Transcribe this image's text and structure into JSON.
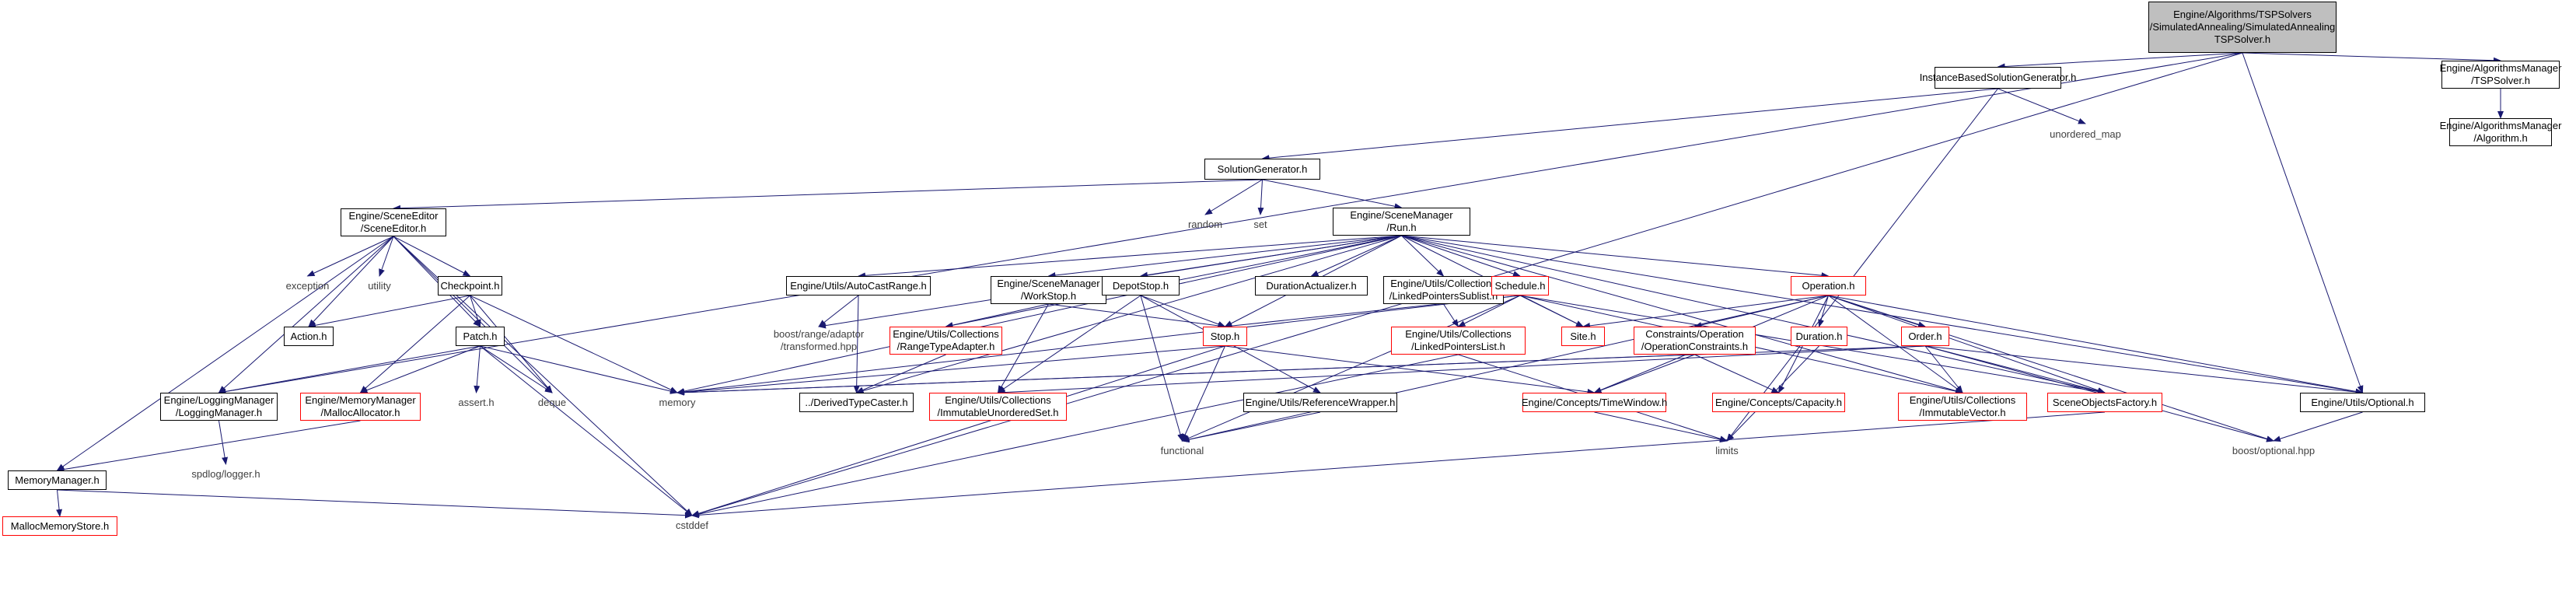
{
  "colors": {
    "background": "#ffffff",
    "edge": "#191970",
    "border_default": "#000000",
    "border_missing": "#ff0000",
    "border_system": "#bfbfbf",
    "root_fill": "#bfbfbf",
    "text": "#000000",
    "system_text": "#404040"
  },
  "nodes": [
    {
      "id": "root",
      "style": "root",
      "lines": [
        "Engine/Algorithms/TSPSolvers",
        "/SimulatedAnnealing/SimulatedAnnealing",
        "TSPSolver.h"
      ]
    },
    {
      "id": "ibsg",
      "style": "black",
      "lines": [
        "InstanceBasedSolutionGenerator.h"
      ]
    },
    {
      "id": "am_tsp",
      "style": "black",
      "lines": [
        "Engine/AlgorithmsManager",
        "/TSPSolver.h"
      ]
    },
    {
      "id": "am_alg",
      "style": "black",
      "lines": [
        "Engine/AlgorithmsManager",
        "/Algorithm.h"
      ]
    },
    {
      "id": "unordered_map",
      "style": "sys",
      "lines": [
        "unordered_map"
      ]
    },
    {
      "id": "solgen",
      "style": "black",
      "lines": [
        "SolutionGenerator.h"
      ]
    },
    {
      "id": "random",
      "style": "sys",
      "lines": [
        "random"
      ]
    },
    {
      "id": "set",
      "style": "sys",
      "lines": [
        "set"
      ]
    },
    {
      "id": "run",
      "style": "black",
      "lines": [
        "Engine/SceneManager",
        "/Run.h"
      ]
    },
    {
      "id": "sceneeditor",
      "style": "black",
      "lines": [
        "Engine/SceneEditor",
        "/SceneEditor.h"
      ]
    },
    {
      "id": "exception",
      "style": "sys",
      "lines": [
        "exception"
      ]
    },
    {
      "id": "utility",
      "style": "sys",
      "lines": [
        "utility"
      ]
    },
    {
      "id": "checkpoint",
      "style": "black",
      "lines": [
        "Checkpoint.h"
      ]
    },
    {
      "id": "action",
      "style": "black",
      "lines": [
        "Action.h"
      ]
    },
    {
      "id": "patch",
      "style": "black",
      "lines": [
        "Patch.h"
      ]
    },
    {
      "id": "assert",
      "style": "sys",
      "lines": [
        "assert.h"
      ]
    },
    {
      "id": "deque",
      "style": "sys",
      "lines": [
        "deque"
      ]
    },
    {
      "id": "memory",
      "style": "sys",
      "lines": [
        "memory"
      ]
    },
    {
      "id": "logging",
      "style": "black",
      "lines": [
        "Engine/LoggingManager",
        "/LoggingManager.h"
      ]
    },
    {
      "id": "malloc_alloc",
      "style": "red",
      "lines": [
        "Engine/MemoryManager",
        "/MallocAllocator.h"
      ]
    },
    {
      "id": "spdlog",
      "style": "sys",
      "lines": [
        "spdlog/logger.h"
      ]
    },
    {
      "id": "memmgr",
      "style": "black",
      "lines": [
        "MemoryManager.h"
      ]
    },
    {
      "id": "mallocstore",
      "style": "red",
      "lines": [
        "MallocMemoryStore.h"
      ]
    },
    {
      "id": "cstddef",
      "style": "sys",
      "lines": [
        "cstddef"
      ]
    },
    {
      "id": "autocast",
      "style": "black",
      "lines": [
        "Engine/Utils/AutoCastRange.h"
      ]
    },
    {
      "id": "boostrange",
      "style": "sys",
      "lines": [
        "boost/range/adaptor",
        "/transformed.hpp"
      ]
    },
    {
      "id": "dtc",
      "style": "black",
      "lines": [
        "../DerivedTypeCaster.h"
      ]
    },
    {
      "id": "workstop",
      "style": "black",
      "lines": [
        "Engine/SceneManager",
        "/WorkStop.h"
      ]
    },
    {
      "id": "rangetype",
      "style": "red",
      "lines": [
        "Engine/Utils/Collections",
        "/RangeTypeAdapter.h"
      ]
    },
    {
      "id": "ius",
      "style": "red",
      "lines": [
        "Engine/Utils/Collections",
        "/ImmutableUnorderedSet.h"
      ]
    },
    {
      "id": "depotstop",
      "style": "black",
      "lines": [
        "DepotStop.h"
      ]
    },
    {
      "id": "stop",
      "style": "red",
      "lines": [
        "Stop.h"
      ]
    },
    {
      "id": "refwrap",
      "style": "black",
      "lines": [
        "Engine/Utils/ReferenceWrapper.h"
      ]
    },
    {
      "id": "functional",
      "style": "sys",
      "lines": [
        "functional"
      ]
    },
    {
      "id": "duract",
      "style": "black",
      "lines": [
        "DurationActualizer.h"
      ]
    },
    {
      "id": "lps",
      "style": "black",
      "lines": [
        "Engine/Utils/Collections",
        "/LinkedPointersSublist.h"
      ]
    },
    {
      "id": "lpl",
      "style": "red",
      "lines": [
        "Engine/Utils/Collections",
        "/LinkedPointersList.h"
      ]
    },
    {
      "id": "schedule",
      "style": "red",
      "lines": [
        "Schedule.h"
      ]
    },
    {
      "id": "site",
      "style": "red",
      "lines": [
        "Site.h"
      ]
    },
    {
      "id": "operation",
      "style": "red",
      "lines": [
        "Operation.h"
      ]
    },
    {
      "id": "opcons",
      "style": "red",
      "lines": [
        "Constraints/Operation",
        "/OperationConstraints.h"
      ]
    },
    {
      "id": "timewindow",
      "style": "red",
      "lines": [
        "Engine/Concepts/TimeWindow.h"
      ]
    },
    {
      "id": "capacity",
      "style": "red",
      "lines": [
        "Engine/Concepts/Capacity.h"
      ]
    },
    {
      "id": "duration",
      "style": "red",
      "lines": [
        "Duration.h"
      ]
    },
    {
      "id": "order",
      "style": "red",
      "lines": [
        "Order.h"
      ]
    },
    {
      "id": "imvec",
      "style": "red",
      "lines": [
        "Engine/Utils/Collections",
        "/ImmutableVector.h"
      ]
    },
    {
      "id": "sof",
      "style": "red",
      "lines": [
        "SceneObjectsFactory.h"
      ]
    },
    {
      "id": "optional",
      "style": "black",
      "lines": [
        "Engine/Utils/Optional.h"
      ]
    },
    {
      "id": "boostopt",
      "style": "sys",
      "lines": [
        "boost/optional.hpp"
      ]
    },
    {
      "id": "limits",
      "style": "sys",
      "lines": [
        "limits"
      ]
    }
  ],
  "edges": [
    [
      "root",
      "ibsg"
    ],
    [
      "root",
      "am_tsp"
    ],
    [
      "root",
      "optional"
    ],
    [
      "root",
      "logging"
    ],
    [
      "root",
      "cstddef"
    ],
    [
      "am_tsp",
      "am_alg"
    ],
    [
      "ibsg",
      "solgen"
    ],
    [
      "ibsg",
      "unordered_map"
    ],
    [
      "ibsg",
      "limits"
    ],
    [
      "solgen",
      "random"
    ],
    [
      "solgen",
      "set"
    ],
    [
      "solgen",
      "run"
    ],
    [
      "solgen",
      "sceneeditor"
    ],
    [
      "sceneeditor",
      "exception"
    ],
    [
      "sceneeditor",
      "utility"
    ],
    [
      "sceneeditor",
      "checkpoint"
    ],
    [
      "sceneeditor",
      "action"
    ],
    [
      "sceneeditor",
      "patch"
    ],
    [
      "sceneeditor",
      "deque"
    ],
    [
      "sceneeditor",
      "logging"
    ],
    [
      "sceneeditor",
      "memmgr"
    ],
    [
      "sceneeditor",
      "cstddef"
    ],
    [
      "checkpoint",
      "action"
    ],
    [
      "checkpoint",
      "patch"
    ],
    [
      "checkpoint",
      "memory"
    ],
    [
      "checkpoint",
      "deque"
    ],
    [
      "checkpoint",
      "malloc_alloc"
    ],
    [
      "patch",
      "assert"
    ],
    [
      "patch",
      "deque"
    ],
    [
      "patch",
      "memory"
    ],
    [
      "patch",
      "logging"
    ],
    [
      "patch",
      "malloc_alloc"
    ],
    [
      "patch",
      "cstddef"
    ],
    [
      "logging",
      "spdlog"
    ],
    [
      "malloc_alloc",
      "memmgr"
    ],
    [
      "memmgr",
      "mallocstore"
    ],
    [
      "memmgr",
      "cstddef"
    ],
    [
      "run",
      "memory"
    ],
    [
      "run",
      "dtc"
    ],
    [
      "run",
      "boostrange"
    ],
    [
      "run",
      "autocast"
    ],
    [
      "run",
      "workstop"
    ],
    [
      "run",
      "rangetype"
    ],
    [
      "run",
      "depotstop"
    ],
    [
      "run",
      "duract"
    ],
    [
      "run",
      "lps"
    ],
    [
      "run",
      "schedule"
    ],
    [
      "run",
      "site"
    ],
    [
      "run",
      "operation"
    ],
    [
      "run",
      "imvec"
    ],
    [
      "run",
      "sof"
    ],
    [
      "run",
      "optional"
    ],
    [
      "run",
      "stop"
    ],
    [
      "autocast",
      "boostrange"
    ],
    [
      "autocast",
      "dtc"
    ],
    [
      "workstop",
      "rangetype"
    ],
    [
      "workstop",
      "stop"
    ],
    [
      "workstop",
      "ius"
    ],
    [
      "rangetype",
      "dtc"
    ],
    [
      "depotstop",
      "stop"
    ],
    [
      "depotstop",
      "functional"
    ],
    [
      "depotstop",
      "refwrap"
    ],
    [
      "depotstop",
      "ius"
    ],
    [
      "stop",
      "timewindow"
    ],
    [
      "stop",
      "functional"
    ],
    [
      "stop",
      "memory"
    ],
    [
      "stop",
      "cstddef"
    ],
    [
      "refwrap",
      "functional"
    ],
    [
      "lps",
      "lpl"
    ],
    [
      "lpl",
      "limits"
    ],
    [
      "lpl",
      "cstddef"
    ],
    [
      "schedule",
      "stop"
    ],
    [
      "schedule",
      "lpl"
    ],
    [
      "schedule",
      "site"
    ],
    [
      "schedule",
      "sof"
    ],
    [
      "schedule",
      "functional"
    ],
    [
      "schedule",
      "memory"
    ],
    [
      "schedule",
      "imvec"
    ],
    [
      "operation",
      "site"
    ],
    [
      "operation",
      "opcons"
    ],
    [
      "operation",
      "timewindow"
    ],
    [
      "operation",
      "capacity"
    ],
    [
      "operation",
      "duration"
    ],
    [
      "operation",
      "order"
    ],
    [
      "operation",
      "imvec"
    ],
    [
      "operation",
      "sof"
    ],
    [
      "operation",
      "optional"
    ],
    [
      "operation",
      "boostopt"
    ],
    [
      "operation",
      "functional"
    ],
    [
      "opcons",
      "timewindow"
    ],
    [
      "opcons",
      "capacity"
    ],
    [
      "opcons",
      "memory"
    ],
    [
      "timewindow",
      "limits"
    ],
    [
      "duration",
      "limits"
    ],
    [
      "order",
      "sof"
    ],
    [
      "order",
      "imvec"
    ],
    [
      "order",
      "optional"
    ],
    [
      "order",
      "boostopt"
    ],
    [
      "order",
      "memory"
    ],
    [
      "order",
      "ius"
    ],
    [
      "sof",
      "cstddef"
    ],
    [
      "optional",
      "boostopt"
    ]
  ]
}
